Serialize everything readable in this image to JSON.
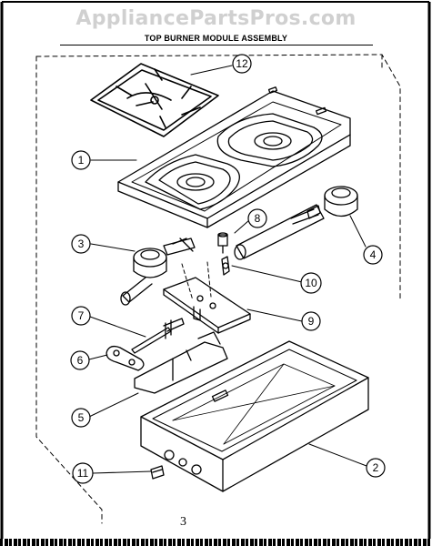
{
  "watermark": "AppliancePartsPros.com",
  "title": "TOP BURNER MODULE ASSEMBLY",
  "page_mark": "3",
  "callouts": {
    "c1": "1",
    "c2": "2",
    "c3": "3",
    "c4": "4",
    "c5": "5",
    "c6": "6",
    "c7": "7",
    "c8": "8",
    "c9": "9",
    "c10": "10",
    "c11": "11",
    "c12": "12"
  }
}
